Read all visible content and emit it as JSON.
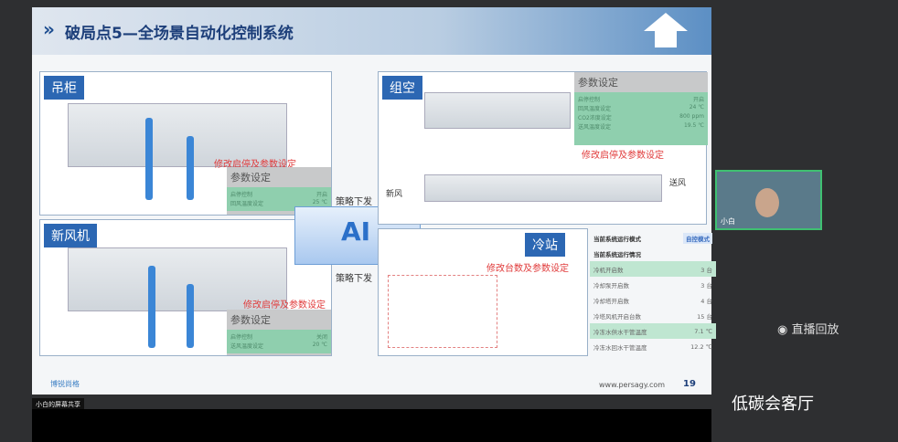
{
  "slide": {
    "title": "破局点5—全场景自动化控制系统",
    "footer_logo": "博锐尚格",
    "url": "www.persagy.com",
    "page": "19"
  },
  "panels": {
    "diaogui": {
      "title": "吊柜",
      "modify": "修改启停及参数设定",
      "settings_title": "参数设定",
      "rows": [
        {
          "label": "启停控制",
          "value": "开启"
        },
        {
          "label": "回风温度设定",
          "value": "25 ℃"
        }
      ]
    },
    "xinfengji": {
      "title": "新风机",
      "modify": "修改启停及参数设定",
      "settings_title": "参数设定",
      "rows": [
        {
          "label": "启停控制",
          "value": "关闭"
        },
        {
          "label": "送风温度设定",
          "value": "20 ℃"
        }
      ]
    },
    "zukong": {
      "title": "组空",
      "modify": "修改启停及参数设定",
      "settings_title": "参数设定",
      "rows": [
        {
          "label": "启停控制",
          "value": "开启"
        },
        {
          "label": "回风温度设定",
          "value": "24 ℃"
        },
        {
          "label": "CO2浓度设定",
          "value": "800 ppm"
        },
        {
          "label": "送风温度设定",
          "value": "19.5 ℃"
        }
      ],
      "fresh_air": "新风",
      "supply_air": "送风"
    },
    "lengzhan": {
      "title": "冷站",
      "modify": "修改台数及参数设定"
    }
  },
  "center": {
    "ai": "AI",
    "strategy1": "策略下发",
    "strategy2": "策略下发"
  },
  "chiller_table": {
    "mode_label": "当前系统运行模式",
    "mode_value": "自控模式",
    "status_label": "当前系统运行情况",
    "rows": [
      {
        "label": "冷机开启数",
        "value": "3 台"
      },
      {
        "label": "冷却泵开启数",
        "value": "3 台"
      },
      {
        "label": "冷却塔开启数",
        "value": "4 台"
      },
      {
        "label": "冷塔风机开启台数",
        "value": "15 台"
      },
      {
        "label": "冷冻水供水干管温度",
        "value": "7.1 ℃"
      },
      {
        "label": "冷冻水回水干管温度",
        "value": "12.2 ℃"
      }
    ]
  },
  "stream": {
    "participant": "小白",
    "replay": "◉ 直播回放",
    "share": "小白的屏幕共享",
    "watermark": "低碳会客厅"
  }
}
